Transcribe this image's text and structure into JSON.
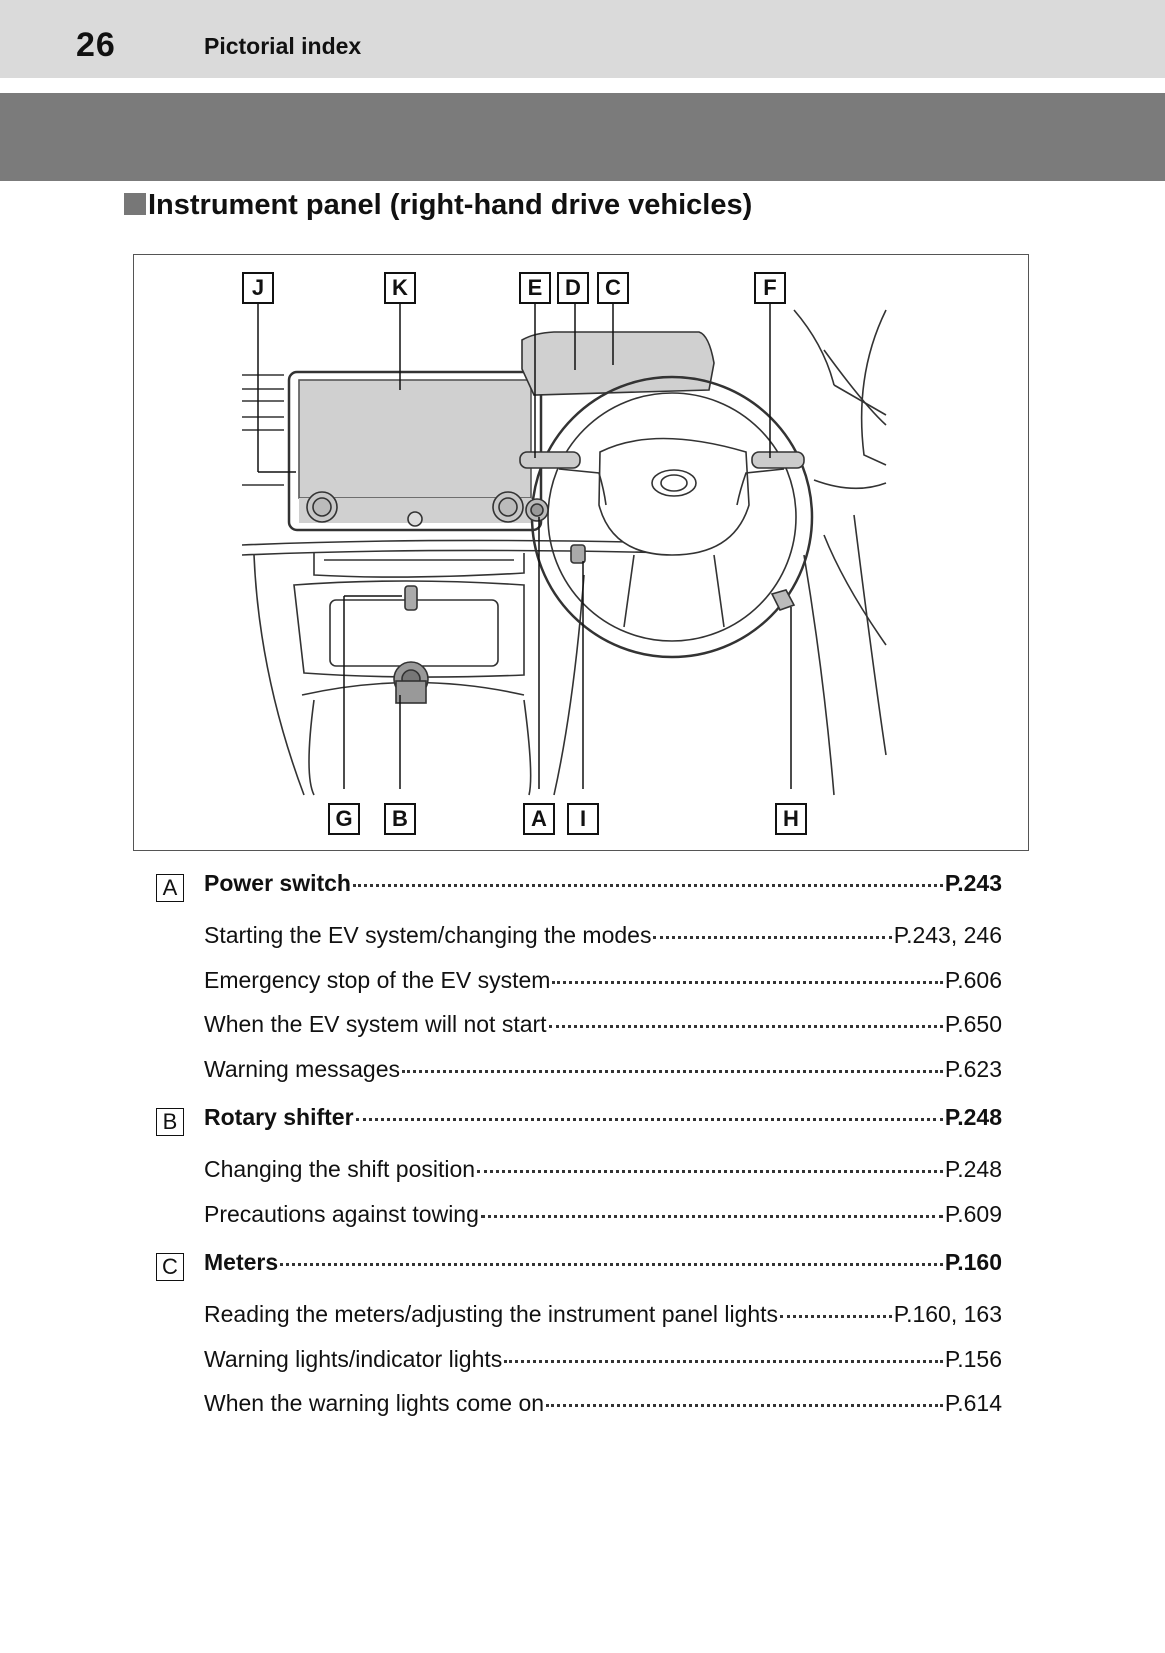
{
  "header": {
    "page_number": "26",
    "title": "Pictorial index"
  },
  "section": {
    "title": "Instrument panel (right-hand drive vehicles)"
  },
  "figure": {
    "callouts": {
      "J": "J",
      "K": "K",
      "E": "E",
      "D": "D",
      "C": "C",
      "F": "F",
      "G": "G",
      "B": "B",
      "A": "A",
      "I": "I",
      "H": "H"
    }
  },
  "entries": [
    {
      "label": "A",
      "title": "Power switch",
      "page": "P.243",
      "items": [
        {
          "text": "Starting the EV system/changing the modes",
          "page": "P.243, 246"
        },
        {
          "text": "Emergency stop of the EV system",
          "page": "P.606"
        },
        {
          "text": "When the EV system will not start",
          "page": "P.650"
        },
        {
          "text": "Warning messages",
          "page": "P.623"
        }
      ]
    },
    {
      "label": "B",
      "title": "Rotary shifter",
      "page": "P.248",
      "items": [
        {
          "text": "Changing the shift position",
          "page": "P.248"
        },
        {
          "text": "Precautions against towing",
          "page": "P.609"
        }
      ]
    },
    {
      "label": "C",
      "title": "Meters",
      "page": "P.160",
      "items": [
        {
          "text": "Reading the meters/adjusting the instrument panel lights",
          "page": "P.160, 163"
        },
        {
          "text": "Warning lights/indicator lights",
          "page": "P.156"
        },
        {
          "text": "When the warning lights come on",
          "page": "P.614"
        }
      ]
    }
  ]
}
